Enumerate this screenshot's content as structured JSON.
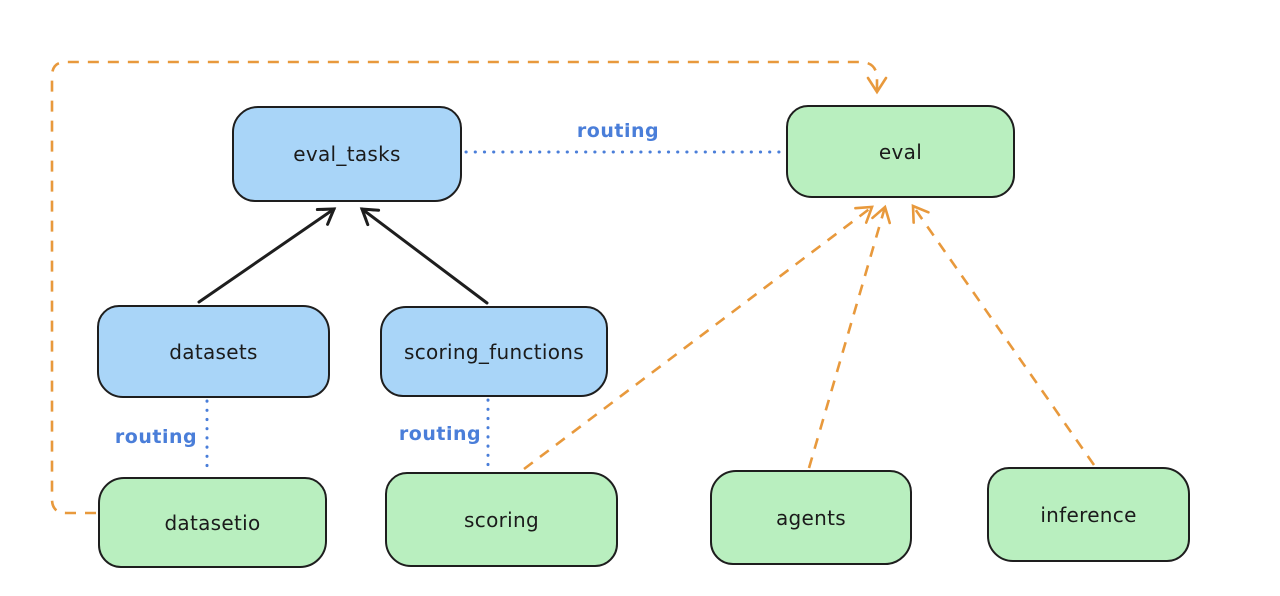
{
  "diagram": {
    "type": "architecture-diagram",
    "background": "#ffffff",
    "colors": {
      "api_node_fill": "#a9d5f8",
      "provider_node_fill": "#b9efbf",
      "node_stroke": "#1e1e1e",
      "routing_blue": "#4a7ed9",
      "dependency_orange": "#e8993c",
      "arrow_black": "#1e1e1e"
    },
    "nodes": {
      "eval_tasks": {
        "label": "eval_tasks",
        "kind": "api"
      },
      "eval": {
        "label": "eval",
        "kind": "provider"
      },
      "datasets": {
        "label": "datasets",
        "kind": "api"
      },
      "scoring_functions": {
        "label": "scoring_functions",
        "kind": "api"
      },
      "datasetio": {
        "label": "datasetio",
        "kind": "provider"
      },
      "scoring": {
        "label": "scoring",
        "kind": "provider"
      },
      "agents": {
        "label": "agents",
        "kind": "provider"
      },
      "inference": {
        "label": "inference",
        "kind": "provider"
      }
    },
    "edge_labels": {
      "eval_tasks_eval": "routing",
      "datasets_datasetio": "routing",
      "scoring_functions_scoring": "routing"
    },
    "edges": [
      {
        "from": "datasets",
        "to": "eval_tasks",
        "style": "solid-black-arrow"
      },
      {
        "from": "scoring_functions",
        "to": "eval_tasks",
        "style": "solid-black-arrow"
      },
      {
        "from": "eval_tasks",
        "to": "eval",
        "style": "dotted-blue",
        "label": "routing"
      },
      {
        "from": "datasets",
        "to": "datasetio",
        "style": "dotted-blue",
        "label": "routing"
      },
      {
        "from": "scoring_functions",
        "to": "scoring",
        "style": "dotted-blue",
        "label": "routing"
      },
      {
        "from": "datasetio",
        "to": "eval",
        "style": "dashed-orange-arrow",
        "route": "left-and-over-top"
      },
      {
        "from": "scoring",
        "to": "eval",
        "style": "dashed-orange-arrow"
      },
      {
        "from": "agents",
        "to": "eval",
        "style": "dashed-orange-arrow"
      },
      {
        "from": "inference",
        "to": "eval",
        "style": "dashed-orange-arrow"
      }
    ]
  }
}
